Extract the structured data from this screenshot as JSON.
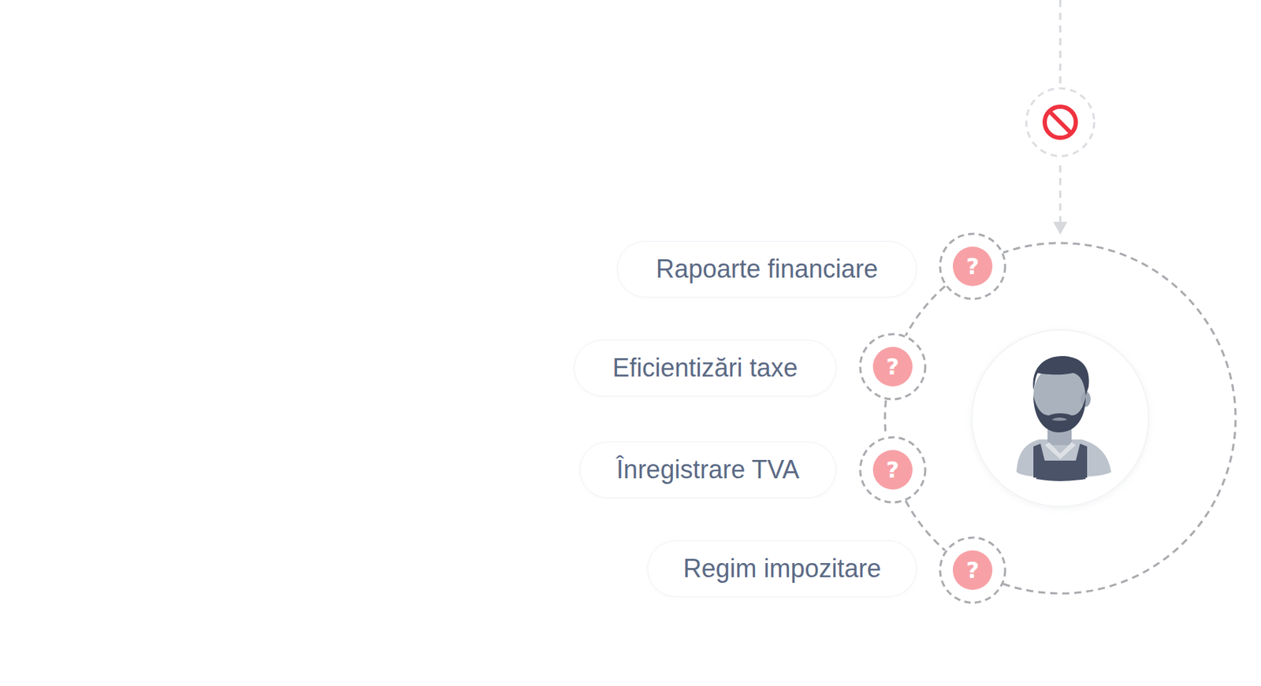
{
  "diagram": {
    "nodes": [
      {
        "text": [
          "Rapoarte financiare"
        ]
      },
      {
        "text": [
          "?"
        ]
      },
      {
        "text": [
          "Eficientizări taxe"
        ]
      },
      {
        "text": [
          "?"
        ]
      },
      {
        "text": [
          "Înregistrare TVA"
        ]
      },
      {
        "text": [
          "?"
        ]
      },
      {
        "text": [
          "Regim impozitare"
        ]
      },
      {
        "text": [
          "?"
        ]
      }
    ],
    "edges": [
      {
        "from": 1,
        "to": 3,
        "arrow": "none"
      },
      {
        "from": 3,
        "to": 5,
        "arrow": "none"
      },
      {
        "from": 5,
        "to": 7,
        "arrow": "none"
      }
    ]
  }
}
